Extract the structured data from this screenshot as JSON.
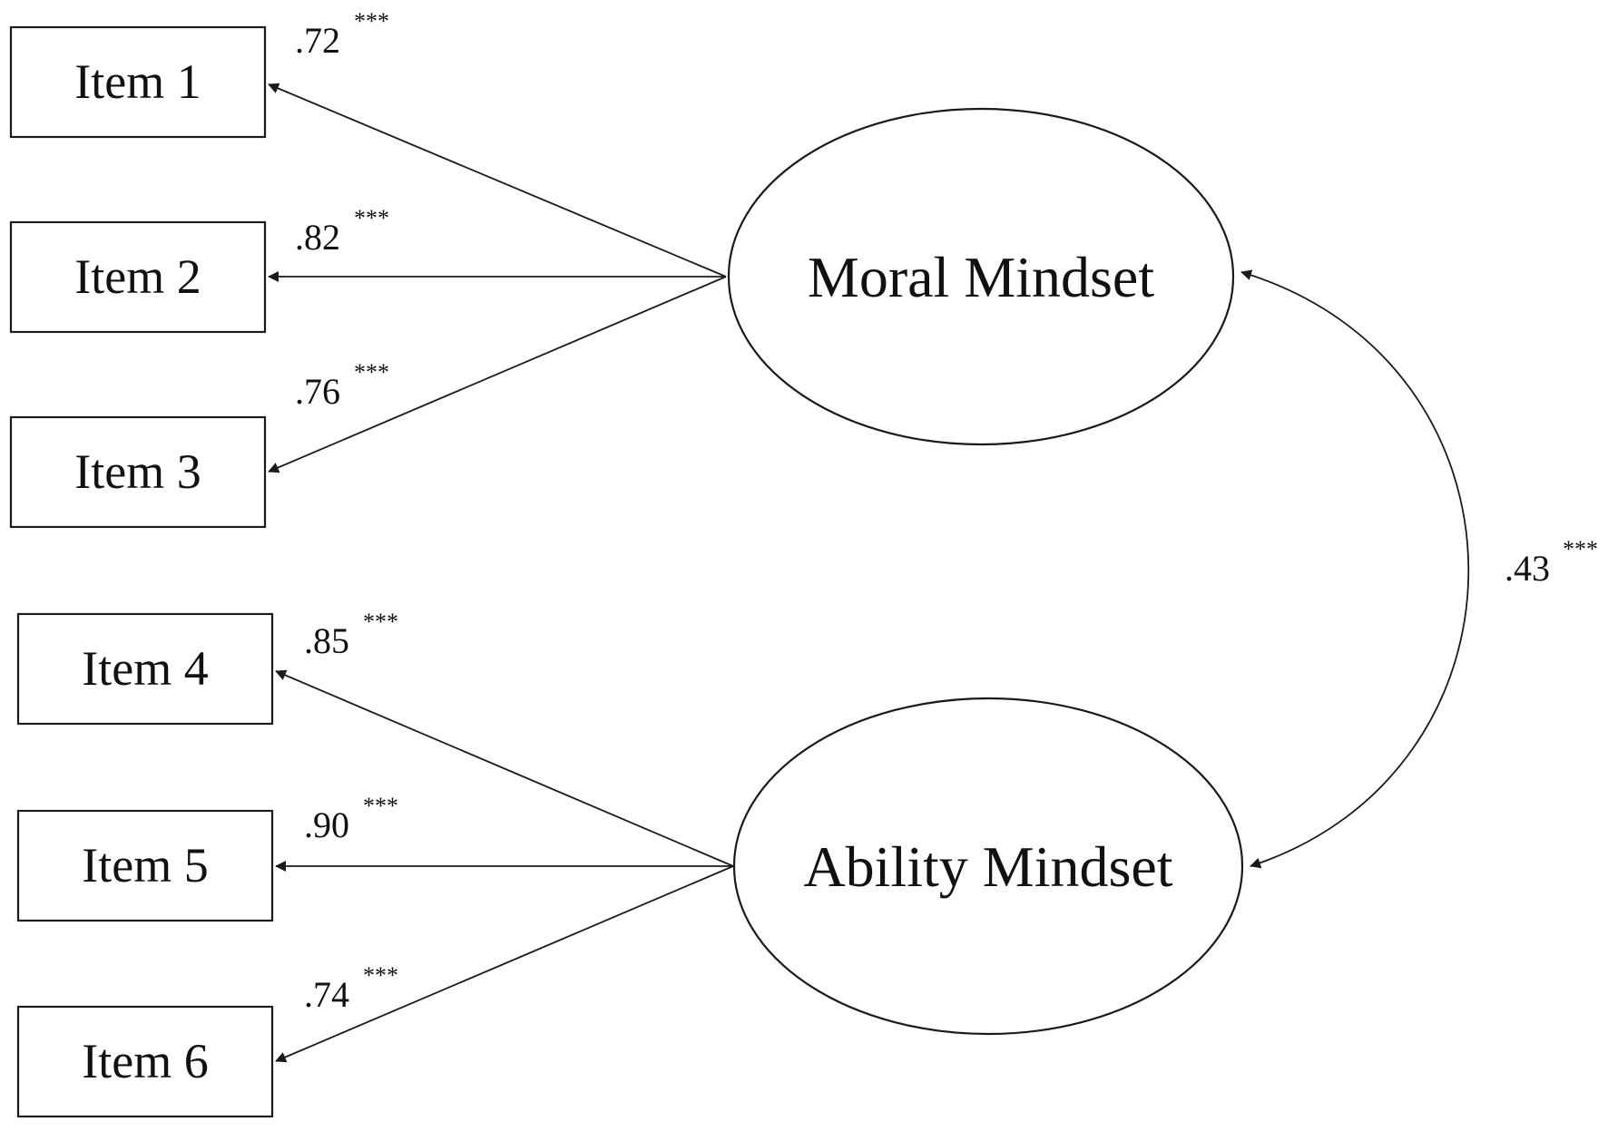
{
  "items": [
    {
      "label": "Item 1",
      "factor": "moral",
      "loading": ".72",
      "sig": "***"
    },
    {
      "label": "Item 2",
      "factor": "moral",
      "loading": ".82",
      "sig": "***"
    },
    {
      "label": "Item 3",
      "factor": "moral",
      "loading": ".76",
      "sig": "***"
    },
    {
      "label": "Item 4",
      "factor": "ability",
      "loading": ".85",
      "sig": "***"
    },
    {
      "label": "Item 5",
      "factor": "ability",
      "loading": ".90",
      "sig": "***"
    },
    {
      "label": "Item 6",
      "factor": "ability",
      "loading": ".74",
      "sig": "***"
    }
  ],
  "factors": {
    "moral": {
      "label": "Moral Mindset"
    },
    "ability": {
      "label": "Ability Mindset"
    }
  },
  "correlation": {
    "value": ".43",
    "sig": "***"
  },
  "colors": {
    "stroke": "#1a1a1a",
    "text": "#111111",
    "background": "#ffffff"
  }
}
